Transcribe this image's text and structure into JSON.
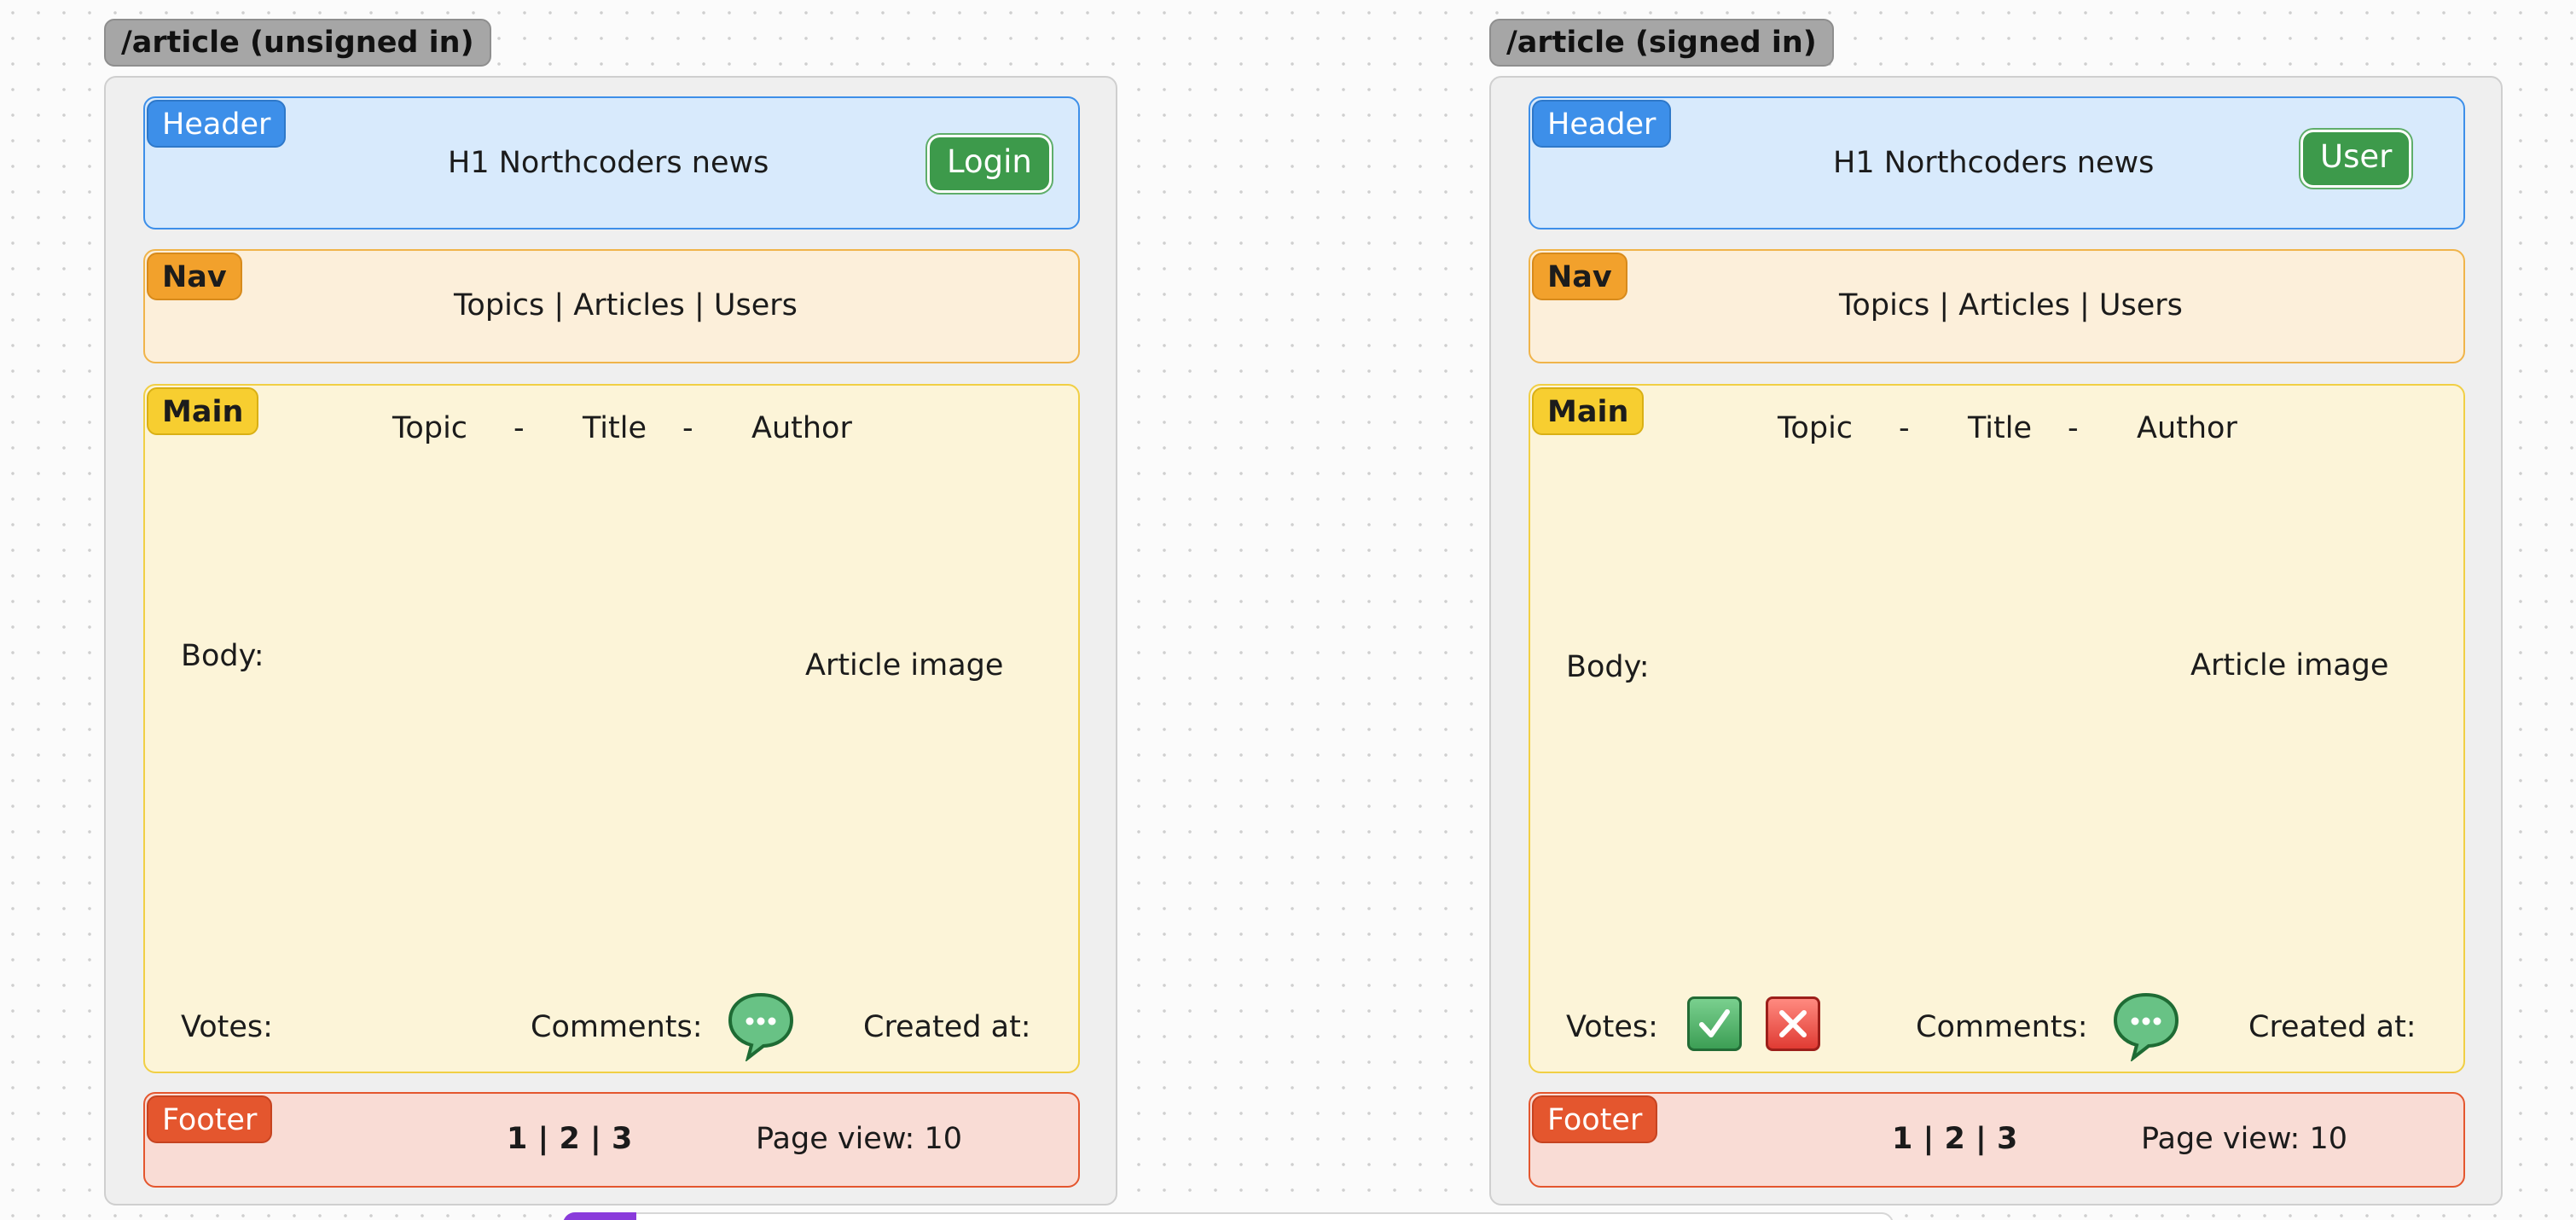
{
  "frames": [
    {
      "label": "/article (unsigned in)",
      "header": {
        "tag": "Header",
        "title": "H1 Northcoders news",
        "button": "Login"
      },
      "nav": {
        "tag": "Nav",
        "links": "Topics | Articles | Users"
      },
      "main": {
        "tag": "Main",
        "topic": "Topic",
        "dash1": "-",
        "title": "Title",
        "dash2": "-",
        "author": "Author",
        "body": "Body:",
        "image": "Article image",
        "votes": "Votes:",
        "comments": "Comments:",
        "created": "Created at:"
      },
      "footer": {
        "tag": "Footer",
        "pages": "1 | 2 | 3",
        "page_view": "Page view: 10"
      }
    },
    {
      "label": "/article (signed in)",
      "header": {
        "tag": "Header",
        "title": "H1 Northcoders news",
        "button": "User"
      },
      "nav": {
        "tag": "Nav",
        "links": "Topics | Articles | Users"
      },
      "main": {
        "tag": "Main",
        "topic": "Topic",
        "dash1": "-",
        "title": "Title",
        "dash2": "-",
        "author": "Author",
        "body": "Body:",
        "image": "Article image",
        "votes": "Votes:",
        "comments": "Comments:",
        "created": "Created at:"
      },
      "footer": {
        "tag": "Footer",
        "pages": "1 | 2 | 3",
        "page_view": "Page view: 10"
      }
    }
  ],
  "icons": {
    "comment": "speech-bubble-icon",
    "upvote": "check-mark-icon",
    "downvote": "cross-mark-icon"
  },
  "colors": {
    "header_accent": "#3d8fe9",
    "nav_accent": "#f2a12c",
    "main_accent": "#f7ce30",
    "footer_accent": "#e4562e",
    "button_green": "#3d9a4b"
  }
}
